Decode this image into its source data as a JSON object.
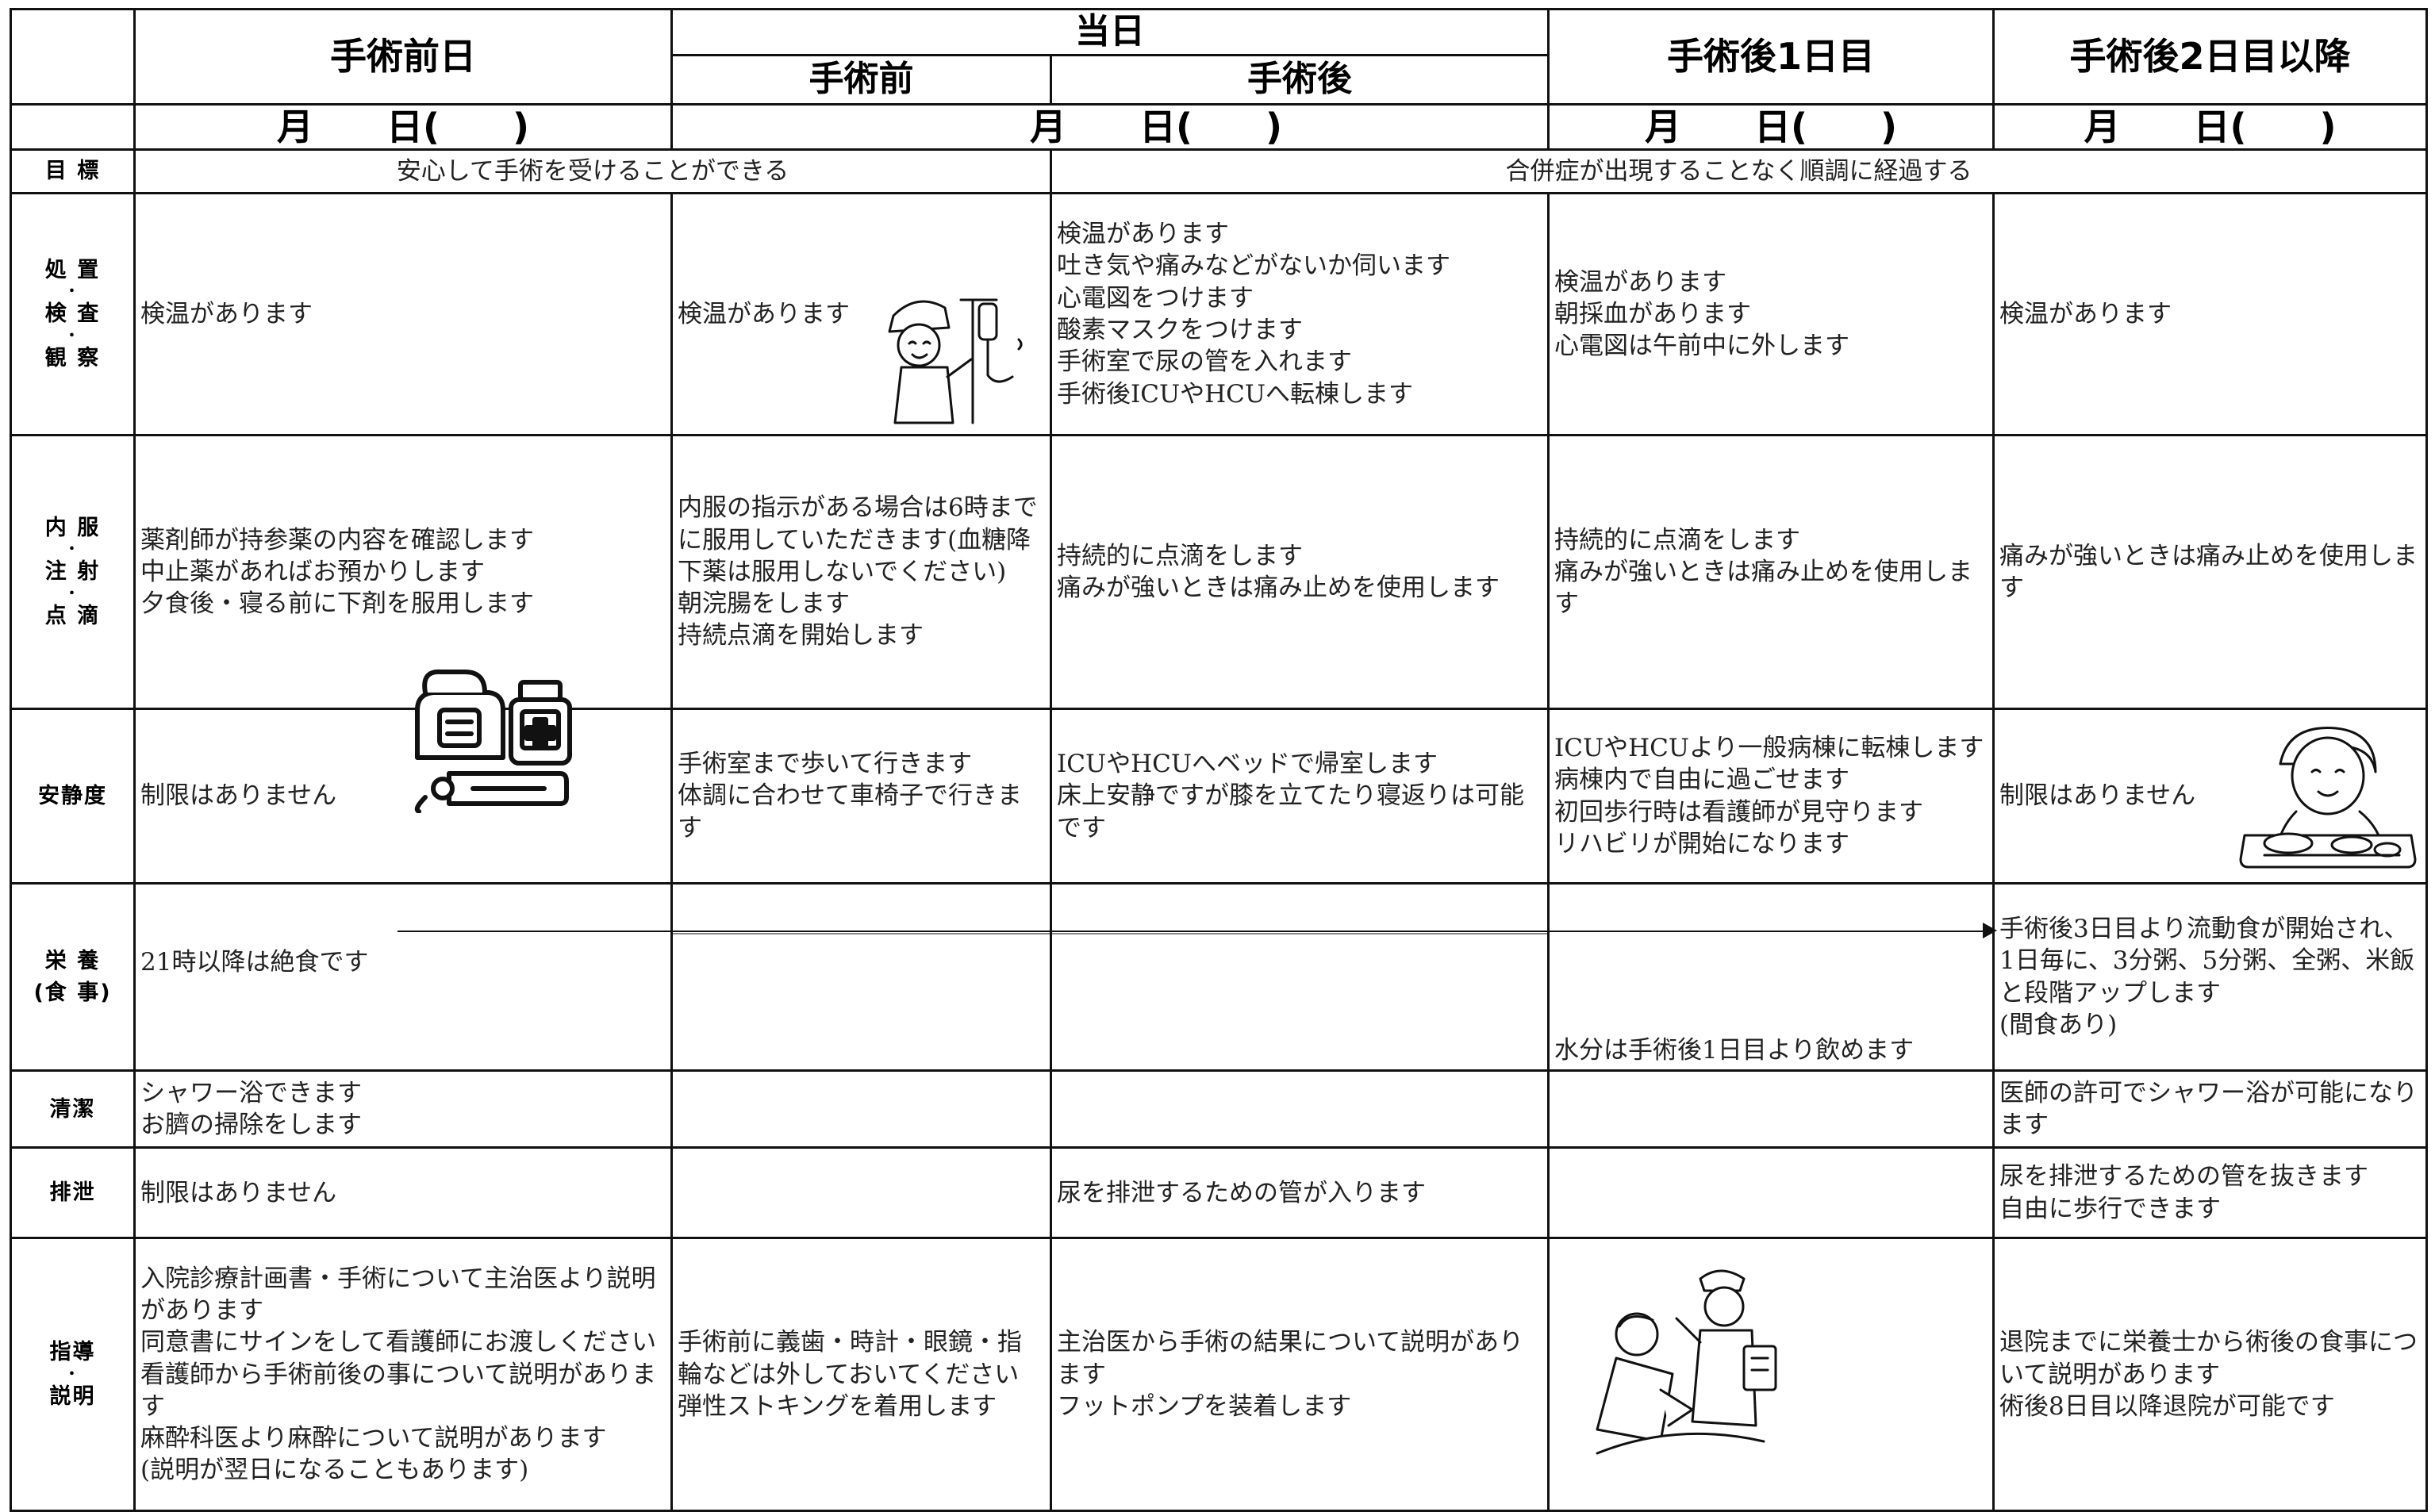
{
  "header": {
    "col1": "手術前日",
    "day_of": "当日",
    "day_of_before": "手術前",
    "day_of_after": "手術後",
    "col4": "手術後1日目",
    "col5": "手術後2日目以降",
    "date_pre": "月　　日(　　)",
    "date_day": "月　　日(　　)",
    "date_d1": "月　　日(　　)",
    "date_d2": "月　　日(　　)"
  },
  "rows": {
    "goal": {
      "label": "目 標",
      "left": "安心して手術を受けることができる",
      "right": "合併症が出現することなく順調に経過する"
    },
    "treatment": {
      "label_lines": [
        "処 置",
        "・",
        "検 査",
        "・",
        "観 察"
      ],
      "pre": "検温があります",
      "before": "検温があります",
      "after": "検温があります\n吐き気や痛みなどがないか伺います\n心電図をつけます\n酸素マスクをつけます\n手術室で尿の管を入れます\n手術後ICUやHCUへ転棟します",
      "d1": "検温があります\n朝採血があります\n心電図は午前中に外します",
      "d2": "検温があります"
    },
    "medication": {
      "label_lines": [
        "内 服",
        "・",
        "注 射",
        "・",
        "点 滴"
      ],
      "pre": "薬剤師が持参薬の内容を確認します\n中止薬があればお預かりします\n夕食後・寝る前に下剤を服用します",
      "before": "内服の指示がある場合は6時までに服用していただきます(血糖降下薬は服用しないでください)\n朝浣腸をします\n持続点滴を開始します",
      "after": "持続的に点滴をします\n痛みが強いときは痛み止めを使用します",
      "d1": "持続的に点滴をします\n痛みが強いときは痛み止めを使用します",
      "d2": "痛みが強いときは痛み止めを使用します"
    },
    "rest": {
      "label": "安静度",
      "pre": "制限はありません",
      "before": "手術室まで歩いて行きます\n体調に合わせて車椅子で行きます",
      "after": "ICUやHCUへベッドで帰室します\n床上安静ですが膝を立てたり寝返りは可能です",
      "d1": "ICUやHCUより一般病棟に転棟します\n病棟内で自由に過ごせます\n初回歩行時は看護師が見守ります\nリハビリが開始になります",
      "d2": "制限はありません"
    },
    "nutrition": {
      "label_lines": [
        "栄 養",
        "(食 事)"
      ],
      "pre": "21時以降は絶食です",
      "d1": "水分は手術後1日目より飲めます",
      "d2": "手術後3日目より流動食が開始され、1日毎に、3分粥、5分粥、全粥、米飯と段階アップします\n(間食あり)"
    },
    "hygiene": {
      "label": "清潔",
      "pre": "シャワー浴できます\nお臍の掃除をします",
      "d2": "医師の許可でシャワー浴が可能になります"
    },
    "excretion": {
      "label": "排泄",
      "pre": "制限はありません",
      "after": "尿を排泄するための管が入ります",
      "d2": "尿を排泄するための管を抜きます\n自由に歩行できます"
    },
    "guidance": {
      "label_lines": [
        "指導",
        "・",
        "説明"
      ],
      "pre": "入院診療計画書・手術について主治医より説明があります\n同意書にサインをして看護師にお渡しください\n看護師から手術前後の事について説明があります\n麻酔科医より麻酔について説明があります\n(説明が翌日になることもあります)",
      "before": "手術前に義歯・時計・眼鏡・指輪などは外しておいてください\n弾性ストキングを着用します",
      "after": "主治医から手術の結果について説明があります\nフットポンプを装着します",
      "d2": "退院までに栄養士から術後の食事について説明があります\n術後8日目以降退院が可能です"
    }
  },
  "icons": {
    "nurse_iv": "nurse-with-iv-drip-icon",
    "medicine": "medicine-bag-and-bottle-icon",
    "meal": "patient-with-meal-tray-icon",
    "consult": "doctor-and-patient-consultation-icon"
  }
}
